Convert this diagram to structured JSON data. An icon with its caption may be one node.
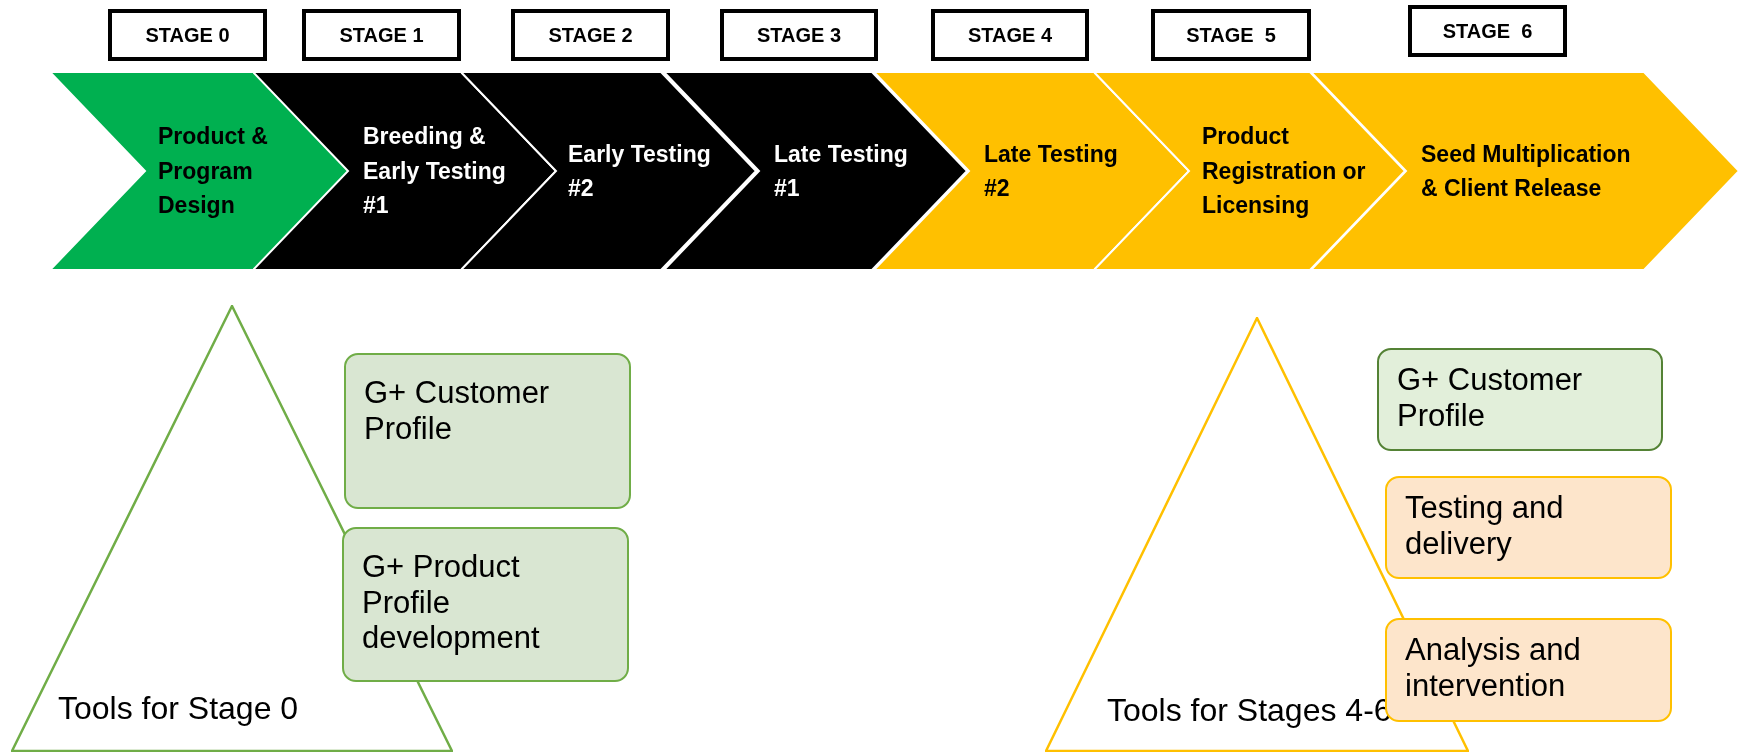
{
  "diagram": {
    "nodes": [
      {
        "text": [
          "STAGE 0"
        ]
      },
      {
        "text": [
          "STAGE 1"
        ]
      },
      {
        "text": [
          "STAGE 2"
        ]
      },
      {
        "text": [
          "STAGE 3"
        ]
      },
      {
        "text": [
          "STAGE 4"
        ]
      },
      {
        "text": [
          "STAGE  5"
        ]
      },
      {
        "text": [
          "STAGE  6"
        ]
      },
      {
        "text": [
          "Product & Program Design"
        ]
      },
      {
        "text": [
          "Breeding & Early Testing #1"
        ]
      },
      {
        "text": [
          "Early Testing #2"
        ]
      },
      {
        "text": [
          "Late Testing #1"
        ]
      },
      {
        "text": [
          "Late Testing #2"
        ]
      },
      {
        "text": [
          "Product Registration or Licensing"
        ]
      },
      {
        "text": [
          "Seed Multiplication & Client Release"
        ]
      },
      {
        "text": [
          "Tools for Stage 0"
        ]
      },
      {
        "text": [
          "G+ Customer Profile"
        ]
      },
      {
        "text": [
          "G+ Product Profile development"
        ]
      },
      {
        "text": [
          "Tools for Stages 4-6"
        ]
      },
      {
        "text": [
          "G+ Customer Profile"
        ]
      },
      {
        "text": [
          "Testing and delivery"
        ]
      },
      {
        "text": [
          "Analysis and intervention"
        ]
      }
    ]
  }
}
